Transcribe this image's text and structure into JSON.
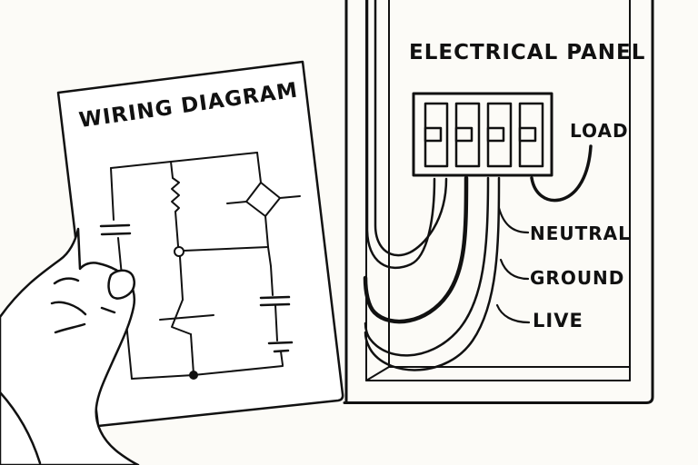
{
  "illustration": {
    "background_color": "#fcfbf7",
    "ink_color": "#111111",
    "paper": {
      "title": "WIRING DIAGRAM",
      "drawing": "circuit-schematic",
      "held_by": "left-hand"
    },
    "panel": {
      "title": "ELECTRICAL PANEL",
      "breaker_count": 4,
      "wire_labels": {
        "load": "LOAD",
        "neutral": "NEUTRAL",
        "ground": "GROUND",
        "live": "LIVE"
      }
    }
  }
}
